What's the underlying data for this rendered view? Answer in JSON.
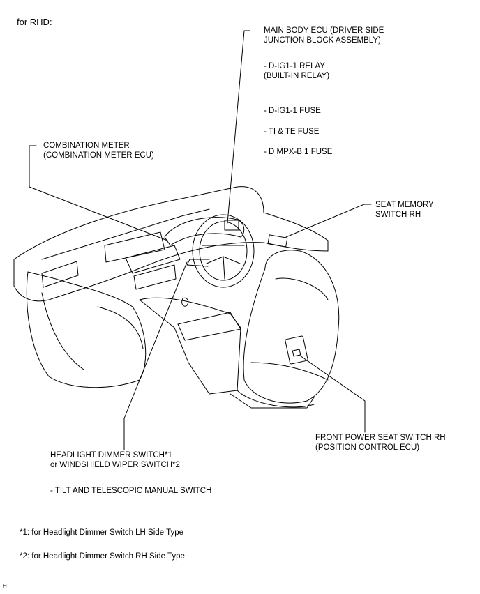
{
  "header": {
    "title": "for RHD:"
  },
  "labels": {
    "main_body_ecu": "MAIN BODY ECU (DRIVER SIDE\nJUNCTION BLOCK ASSEMBLY)",
    "relay": "- D-IG1-1 RELAY\n(BUILT-IN RELAY)",
    "fuse1": "- D-IG1-1 FUSE",
    "fuse2": "- TI & TE FUSE",
    "fuse3": "- D MPX-B 1 FUSE",
    "combination_meter": "COMBINATION METER\n(COMBINATION METER ECU)",
    "seat_memory": "SEAT MEMORY\nSWITCH RH",
    "headlight": "HEADLIGHT DIMMER SWITCH*1\nor WINDSHIELD WIPER SWITCH*2",
    "tilt": "- TILT AND TELESCOPIC MANUAL SWITCH",
    "front_seat": "FRONT POWER SEAT SWITCH RH\n(POSITION CONTROL ECU)"
  },
  "footnotes": {
    "note1": "*1: for Headlight Dimmer Switch LH Side Type",
    "note2": "*2: for Headlight Dimmer Switch RH Side Type"
  },
  "corner_code": "H"
}
